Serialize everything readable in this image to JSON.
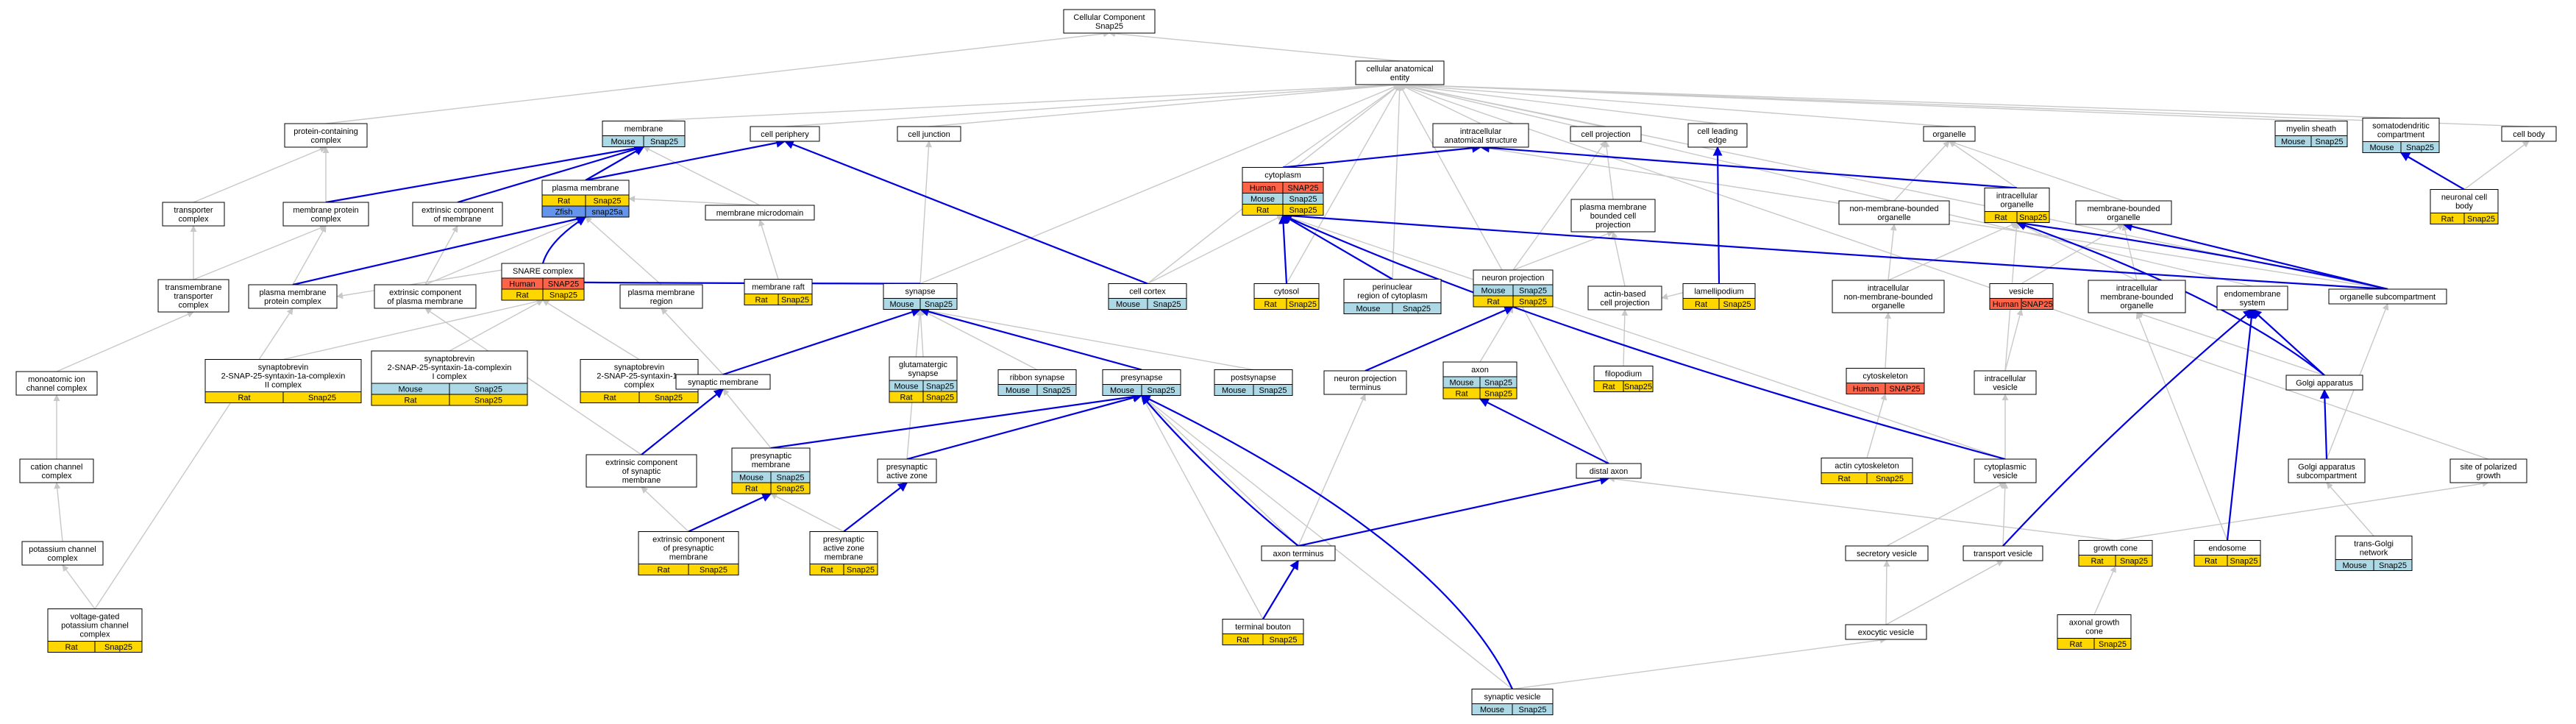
{
  "colors": {
    "is_a_edge": "#c8c8c8",
    "annotation_edge": "#0000dd",
    "node_border": "#000000",
    "rat": "#ffd700",
    "mouse": "#add8e6",
    "human": "#ff6347",
    "zfish": "#6495ed"
  },
  "nodes": [
    {
      "id": "root",
      "label": [
        "Cellular Component",
        "Snap25"
      ]
    },
    {
      "id": "entity",
      "label": [
        "cellular anatomical",
        "entity"
      ]
    },
    {
      "id": "protcomplex",
      "label": [
        "protein-containing",
        "complex"
      ]
    },
    {
      "id": "membrane",
      "label": [
        "membrane"
      ],
      "ann": [
        [
          "Mouse",
          "Snap25"
        ]
      ]
    },
    {
      "id": "periphery",
      "label": [
        "cell periphery"
      ]
    },
    {
      "id": "junction",
      "label": [
        "cell junction"
      ]
    },
    {
      "id": "intracell",
      "label": [
        "intracellular",
        "anatomical structure"
      ]
    },
    {
      "id": "projection",
      "label": [
        "cell projection"
      ]
    },
    {
      "id": "leadingedge",
      "label": [
        "cell leading",
        "edge"
      ]
    },
    {
      "id": "organelle",
      "label": [
        "organelle"
      ]
    },
    {
      "id": "myelin",
      "label": [
        "myelin sheath"
      ],
      "ann": [
        [
          "Mouse",
          "Snap25"
        ]
      ]
    },
    {
      "id": "somatodend",
      "label": [
        "somatodendritic",
        "compartment"
      ],
      "ann": [
        [
          "Mouse",
          "Snap25"
        ]
      ]
    },
    {
      "id": "cellbody",
      "label": [
        "cell body"
      ]
    },
    {
      "id": "transporter",
      "label": [
        "transporter",
        "complex"
      ]
    },
    {
      "id": "memprot",
      "label": [
        "membrane protein",
        "complex"
      ]
    },
    {
      "id": "extrinsicmem",
      "label": [
        "extrinsic component",
        "of membrane"
      ]
    },
    {
      "id": "plasmamem",
      "label": [
        "plasma membrane"
      ],
      "ann": [
        [
          "Rat",
          "Snap25"
        ],
        [
          "Zfish",
          "snap25a"
        ]
      ]
    },
    {
      "id": "memmicro",
      "label": [
        "membrane microdomain"
      ]
    },
    {
      "id": "cytoplasm",
      "label": [
        "cytoplasm"
      ],
      "ann": [
        [
          "Human",
          "SNAP25"
        ],
        [
          "Mouse",
          "Snap25"
        ],
        [
          "Rat",
          "Snap25"
        ]
      ]
    },
    {
      "id": "pmboundedproj",
      "label": [
        "plasma membrane",
        "bounded cell",
        "projection"
      ]
    },
    {
      "id": "nonmemorg",
      "label": [
        "non-membrane-bounded",
        "organelle"
      ]
    },
    {
      "id": "intraorg",
      "label": [
        "intracellular",
        "organelle"
      ],
      "ann": [
        [
          "Rat",
          "Snap25"
        ]
      ]
    },
    {
      "id": "membounded",
      "label": [
        "membrane-bounded",
        "organelle"
      ]
    },
    {
      "id": "neuronalbody",
      "label": [
        "neuronal cell",
        "body"
      ],
      "ann": [
        [
          "Rat",
          "Snap25"
        ]
      ]
    },
    {
      "id": "tmtransporter",
      "label": [
        "transmembrane",
        "transporter",
        "complex"
      ]
    },
    {
      "id": "pmprotcomplex",
      "label": [
        "plasma membrane",
        "protein complex"
      ]
    },
    {
      "id": "extrinsicpm",
      "label": [
        "extrinsic component",
        "of plasma membrane"
      ]
    },
    {
      "id": "snare",
      "label": [
        "SNARE complex"
      ],
      "ann": [
        [
          "Human",
          "SNAP25"
        ],
        [
          "Rat",
          "Snap25"
        ]
      ]
    },
    {
      "id": "pmregion",
      "label": [
        "plasma membrane",
        "region"
      ]
    },
    {
      "id": "raft",
      "label": [
        "membrane raft"
      ],
      "ann": [
        [
          "Rat",
          "Snap25"
        ]
      ]
    },
    {
      "id": "synapse",
      "label": [
        "synapse"
      ],
      "ann": [
        [
          "Mouse",
          "Snap25"
        ]
      ]
    },
    {
      "id": "cortex",
      "label": [
        "cell cortex"
      ],
      "ann": [
        [
          "Mouse",
          "Snap25"
        ]
      ]
    },
    {
      "id": "cytosol",
      "label": [
        "cytosol"
      ],
      "ann": [
        [
          "Rat",
          "Snap25"
        ]
      ]
    },
    {
      "id": "perinuclear",
      "label": [
        "perinuclear",
        "region of cytoplasm"
      ],
      "ann": [
        [
          "Mouse",
          "Snap25"
        ]
      ]
    },
    {
      "id": "neuronproj",
      "label": [
        "neuron projection"
      ],
      "ann": [
        [
          "Mouse",
          "Snap25"
        ],
        [
          "Rat",
          "Snap25"
        ]
      ]
    },
    {
      "id": "actinproj",
      "label": [
        "actin-based",
        "cell projection"
      ]
    },
    {
      "id": "lamellipodium",
      "label": [
        "lamellipodium"
      ],
      "ann": [
        [
          "Rat",
          "Snap25"
        ]
      ]
    },
    {
      "id": "intranonmem",
      "label": [
        "intracellular",
        "non-membrane-bounded",
        "organelle"
      ]
    },
    {
      "id": "vesicle",
      "label": [
        "vesicle"
      ],
      "ann": [
        [
          "Human",
          "SNAP25"
        ]
      ]
    },
    {
      "id": "intramem",
      "label": [
        "intracellular",
        "membrane-bounded",
        "organelle"
      ]
    },
    {
      "id": "endomem",
      "label": [
        "endomembrane",
        "system"
      ]
    },
    {
      "id": "orgsub",
      "label": [
        "organelle subcompartment"
      ]
    },
    {
      "id": "ionchannel",
      "label": [
        "monoatomic ion",
        "channel complex"
      ]
    },
    {
      "id": "syb2",
      "label": [
        "synaptobrevin",
        "2-SNAP-25-syntaxin-1a-complexin",
        "II complex"
      ],
      "ann": [
        [
          "Rat",
          "Snap25"
        ]
      ]
    },
    {
      "id": "syb1",
      "label": [
        "synaptobrevin",
        "2-SNAP-25-syntaxin-1a-complexin",
        "I complex"
      ],
      "ann": [
        [
          "Mouse",
          "Snap25"
        ],
        [
          "Rat",
          "Snap25"
        ]
      ]
    },
    {
      "id": "syb1a",
      "label": [
        "synaptobrevin",
        "2-SNAP-25-syntaxin-1a",
        "complex"
      ],
      "ann": [
        [
          "Rat",
          "Snap25"
        ]
      ]
    },
    {
      "id": "synmem",
      "label": [
        "synaptic membrane"
      ]
    },
    {
      "id": "glut",
      "label": [
        "glutamatergic",
        "synapse"
      ],
      "ann": [
        [
          "Mouse",
          "Snap25"
        ],
        [
          "Rat",
          "Snap25"
        ]
      ]
    },
    {
      "id": "ribbon",
      "label": [
        "ribbon synapse"
      ],
      "ann": [
        [
          "Mouse",
          "Snap25"
        ]
      ]
    },
    {
      "id": "presynapse",
      "label": [
        "presynapse"
      ],
      "ann": [
        [
          "Mouse",
          "Snap25"
        ]
      ]
    },
    {
      "id": "postsynapse",
      "label": [
        "postsynapse"
      ],
      "ann": [
        [
          "Mouse",
          "Snap25"
        ]
      ]
    },
    {
      "id": "npterminus",
      "label": [
        "neuron projection",
        "terminus"
      ]
    },
    {
      "id": "axon",
      "label": [
        "axon"
      ],
      "ann": [
        [
          "Mouse",
          "Snap25"
        ],
        [
          "Rat",
          "Snap25"
        ]
      ]
    },
    {
      "id": "filopodium",
      "label": [
        "filopodium"
      ],
      "ann": [
        [
          "Rat",
          "Snap25"
        ]
      ]
    },
    {
      "id": "cytoskeleton",
      "label": [
        "cytoskeleton"
      ],
      "ann": [
        [
          "Human",
          "SNAP25"
        ]
      ]
    },
    {
      "id": "intravesicle",
      "label": [
        "intracellular",
        "vesicle"
      ]
    },
    {
      "id": "golgi",
      "label": [
        "Golgi apparatus"
      ]
    },
    {
      "id": "cationchannel",
      "label": [
        "cation channel",
        "complex"
      ]
    },
    {
      "id": "extrinsicsyn",
      "label": [
        "extrinsic component",
        "of synaptic",
        "membrane"
      ]
    },
    {
      "id": "presynmem",
      "label": [
        "presynaptic",
        "membrane"
      ],
      "ann": [
        [
          "Mouse",
          "Snap25"
        ],
        [
          "Rat",
          "Snap25"
        ]
      ]
    },
    {
      "id": "activezone",
      "label": [
        "presynaptic",
        "active zone"
      ]
    },
    {
      "id": "distalaxon",
      "label": [
        "distal axon"
      ]
    },
    {
      "id": "actincyto",
      "label": [
        "actin cytoskeleton"
      ],
      "ann": [
        [
          "Rat",
          "Snap25"
        ]
      ]
    },
    {
      "id": "cytovesicle",
      "label": [
        "cytoplasmic",
        "vesicle"
      ]
    },
    {
      "id": "golgisub",
      "label": [
        "Golgi apparatus",
        "subcompartment"
      ]
    },
    {
      "id": "polarized",
      "label": [
        "site of polarized",
        "growth"
      ]
    },
    {
      "id": "kchannel",
      "label": [
        "potassium channel",
        "complex"
      ]
    },
    {
      "id": "extrinsicpresyn",
      "label": [
        "extrinsic component",
        "of presynaptic",
        "membrane"
      ],
      "ann": [
        [
          "Rat",
          "Snap25"
        ]
      ]
    },
    {
      "id": "azmembrane",
      "label": [
        "presynaptic",
        "active zone",
        "membrane"
      ],
      "ann": [
        [
          "Rat",
          "Snap25"
        ]
      ]
    },
    {
      "id": "axonterm",
      "label": [
        "axon terminus"
      ]
    },
    {
      "id": "secretory",
      "label": [
        "secretory vesicle"
      ]
    },
    {
      "id": "transport",
      "label": [
        "transport vesicle"
      ]
    },
    {
      "id": "growthcone",
      "label": [
        "growth cone"
      ],
      "ann": [
        [
          "Rat",
          "Snap25"
        ]
      ]
    },
    {
      "id": "endosome",
      "label": [
        "endosome"
      ],
      "ann": [
        [
          "Rat",
          "Snap25"
        ]
      ]
    },
    {
      "id": "transgolgi",
      "label": [
        "trans-Golgi",
        "network"
      ],
      "ann": [
        [
          "Mouse",
          "Snap25"
        ]
      ]
    },
    {
      "id": "vgkchannel",
      "label": [
        "voltage-gated",
        "potassium channel",
        "complex"
      ],
      "ann": [
        [
          "Rat",
          "Snap25"
        ]
      ]
    },
    {
      "id": "bouton",
      "label": [
        "terminal bouton"
      ],
      "ann": [
        [
          "Rat",
          "Snap25"
        ]
      ]
    },
    {
      "id": "exocytic",
      "label": [
        "exocytic vesicle"
      ]
    },
    {
      "id": "axongrowth",
      "label": [
        "axonal growth",
        "cone"
      ],
      "ann": [
        [
          "Rat",
          "Snap25"
        ]
      ]
    },
    {
      "id": "synvesicle",
      "label": [
        "synaptic vesicle"
      ],
      "ann": [
        [
          "Mouse",
          "Snap25"
        ]
      ]
    }
  ],
  "is_a_edges": [
    [
      "entity",
      "root"
    ],
    [
      "protcomplex",
      "root"
    ],
    [
      "membrane",
      "entity"
    ],
    [
      "periphery",
      "entity"
    ],
    [
      "junction",
      "entity"
    ],
    [
      "intracell",
      "entity"
    ],
    [
      "projection",
      "entity"
    ],
    [
      "leadingedge",
      "entity"
    ],
    [
      "organelle",
      "entity"
    ],
    [
      "myelin",
      "entity"
    ],
    [
      "somatodend",
      "entity"
    ],
    [
      "cellbody",
      "entity"
    ],
    [
      "cytoplasm",
      "entity"
    ],
    [
      "synapse",
      "entity"
    ],
    [
      "cortex",
      "entity"
    ],
    [
      "perinuclear",
      "entity"
    ],
    [
      "orgsub",
      "entity"
    ],
    [
      "cytosol",
      "entity"
    ],
    [
      "polarized",
      "entity"
    ],
    [
      "distalaxon",
      "entity"
    ],
    [
      "transporter",
      "protcomplex"
    ],
    [
      "memprot",
      "protcomplex"
    ],
    [
      "tmtransporter",
      "transporter"
    ],
    [
      "tmtransporter",
      "memprot"
    ],
    [
      "pmprotcomplex",
      "memprot"
    ],
    [
      "pmprotcomplex",
      "plasmamem"
    ],
    [
      "ionchannel",
      "tmtransporter"
    ],
    [
      "cationchannel",
      "ionchannel"
    ],
    [
      "kchannel",
      "cationchannel"
    ],
    [
      "vgkchannel",
      "kchannel"
    ],
    [
      "vgkchannel",
      "pmprotcomplex"
    ],
    [
      "extrinsicmem",
      "membrane"
    ],
    [
      "extrinsicpm",
      "extrinsicmem"
    ],
    [
      "extrinsicpm",
      "plasmamem"
    ],
    [
      "extrinsicsyn",
      "extrinsicpm"
    ],
    [
      "extrinsicsyn",
      "synmem"
    ],
    [
      "extrinsicpresyn",
      "extrinsicsyn"
    ],
    [
      "extrinsicpresyn",
      "presynmem"
    ],
    [
      "memmicro",
      "membrane"
    ],
    [
      "raft",
      "memmicro"
    ],
    [
      "pmregion",
      "plasmamem"
    ],
    [
      "memmicro",
      "plasmamem"
    ],
    [
      "synmem",
      "pmregion"
    ],
    [
      "synmem",
      "synapse"
    ],
    [
      "presynmem",
      "synmem"
    ],
    [
      "presynmem",
      "presynapse"
    ],
    [
      "azmembrane",
      "presynmem"
    ],
    [
      "azmembrane",
      "activezone"
    ],
    [
      "activezone",
      "presynapse"
    ],
    [
      "activezone",
      "synapse"
    ],
    [
      "snare",
      "pmprotcomplex"
    ],
    [
      "syb2",
      "snare"
    ],
    [
      "syb1",
      "snare"
    ],
    [
      "syb1a",
      "snare"
    ],
    [
      "synapse",
      "junction"
    ],
    [
      "glut",
      "synapse"
    ],
    [
      "ribbon",
      "synapse"
    ],
    [
      "presynapse",
      "synapse"
    ],
    [
      "postsynapse",
      "synapse"
    ],
    [
      "cortex",
      "cytoplasm"
    ],
    [
      "cytosol",
      "cytoplasm"
    ],
    [
      "perinuclear",
      "cytoplasm"
    ],
    [
      "pmboundedproj",
      "projection"
    ],
    [
      "neuronproj",
      "pmboundedproj"
    ],
    [
      "actinproj",
      "pmboundedproj"
    ],
    [
      "lamellipodium",
      "leadingedge"
    ],
    [
      "lamellipodium",
      "actinproj"
    ],
    [
      "filopodium",
      "actinproj"
    ],
    [
      "npterminus",
      "neuronproj"
    ],
    [
      "axon",
      "neuronproj"
    ],
    [
      "distalaxon",
      "axon"
    ],
    [
      "axonterm",
      "npterminus"
    ],
    [
      "axonterm",
      "distalaxon"
    ],
    [
      "axonterm",
      "presynapse"
    ],
    [
      "bouton",
      "axonterm"
    ],
    [
      "bouton",
      "presynapse"
    ],
    [
      "nonmemorg",
      "organelle"
    ],
    [
      "intraorg",
      "organelle"
    ],
    [
      "membounded",
      "organelle"
    ],
    [
      "intranonmem",
      "nonmemorg"
    ],
    [
      "intranonmem",
      "intraorg"
    ],
    [
      "intramem",
      "intraorg"
    ],
    [
      "intramem",
      "membounded"
    ],
    [
      "vesicle",
      "membounded"
    ],
    [
      "cytoskeleton",
      "intranonmem"
    ],
    [
      "actincyto",
      "cytoskeleton"
    ],
    [
      "intravesicle",
      "vesicle"
    ],
    [
      "intravesicle",
      "intraorg"
    ],
    [
      "cytovesicle",
      "intravesicle"
    ],
    [
      "cytovesicle",
      "cytoplasm"
    ],
    [
      "secretory",
      "cytovesicle"
    ],
    [
      "transport",
      "cytovesicle"
    ],
    [
      "exocytic",
      "secretory"
    ],
    [
      "exocytic",
      "transport"
    ],
    [
      "synvesicle",
      "exocytic"
    ],
    [
      "synvesicle",
      "presynapse"
    ],
    [
      "endomem",
      "entity"
    ],
    [
      "golgi",
      "intramem"
    ],
    [
      "golgi",
      "endomem"
    ],
    [
      "golgisub",
      "golgi"
    ],
    [
      "golgisub",
      "orgsub"
    ],
    [
      "transgolgi",
      "golgisub"
    ],
    [
      "endosome",
      "intramem"
    ],
    [
      "orgsub",
      "intracell"
    ],
    [
      "growthcone",
      "polarized"
    ],
    [
      "growthcone",
      "distalaxon"
    ],
    [
      "axongrowth",
      "growthcone"
    ],
    [
      "neuronalbody",
      "cellbody"
    ],
    [
      "neuronalbody",
      "somatodend"
    ],
    [
      "neuronproj",
      "projection"
    ]
  ],
  "annotation_edges": [
    [
      "memprot",
      "membrane"
    ],
    [
      "plasmamem",
      "membrane"
    ],
    [
      "plasmamem",
      "periphery"
    ],
    [
      "extrinsicmem",
      "membrane"
    ],
    [
      "pmprotcomplex",
      "plasmamem"
    ],
    [
      "snare",
      "plasmamem"
    ],
    [
      "cytoplasm",
      "intracell"
    ],
    [
      "intraorg",
      "intracell"
    ],
    [
      "cortex",
      "periphery"
    ],
    [
      "lamellipodium",
      "leadingedge"
    ],
    [
      "perinuclear",
      "cytoplasm"
    ],
    [
      "cytosol",
      "cytoplasm"
    ],
    [
      "orgsub",
      "cytoplasm"
    ],
    [
      "orgsub",
      "membounded"
    ],
    [
      "orgsub",
      "intraorg"
    ],
    [
      "neuronalbody",
      "somatodend"
    ],
    [
      "synmem",
      "synapse"
    ],
    [
      "extrinsicsyn",
      "synmem"
    ],
    [
      "presynmem",
      "presynapse"
    ],
    [
      "extrinsicpresyn",
      "presynmem"
    ],
    [
      "azmembrane",
      "activezone"
    ],
    [
      "activezone",
      "presynapse"
    ],
    [
      "npterminus",
      "neuronproj"
    ],
    [
      "distalaxon",
      "axon"
    ],
    [
      "axonterm",
      "distalaxon"
    ],
    [
      "bouton",
      "axonterm"
    ],
    [
      "axonterm",
      "presynapse"
    ],
    [
      "synvesicle",
      "presynapse"
    ],
    [
      "cytovesicle",
      "cytoplasm"
    ],
    [
      "transport",
      "endomem"
    ],
    [
      "endosome",
      "endomem"
    ],
    [
      "golgisub",
      "golgi"
    ],
    [
      "golgi",
      "endomem"
    ],
    [
      "golgi",
      "intraorg"
    ],
    [
      "presynapse",
      "synapse"
    ],
    [
      "synapse",
      "snare"
    ]
  ]
}
